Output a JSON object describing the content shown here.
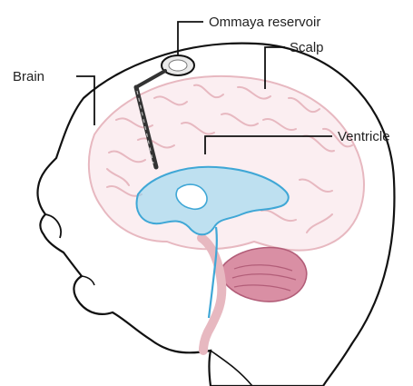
{
  "labels": {
    "ommaya": "Ommaya reservoir",
    "scalp": "Scalp",
    "brain": "Brain",
    "ventricle": "Ventricle"
  },
  "colors": {
    "outline": "#111111",
    "brain_fill": "#fbeef1",
    "brain_lines": "#e7b8c0",
    "ventricle": "#8cd5ef",
    "ventricle_stroke": "#3fa7d6",
    "cerebellum": "#d98fa4",
    "cerebellum_lines": "#b25d78",
    "catheter": "#333333"
  },
  "icons": {
    "diagram": "infant-head-cross-section"
  }
}
